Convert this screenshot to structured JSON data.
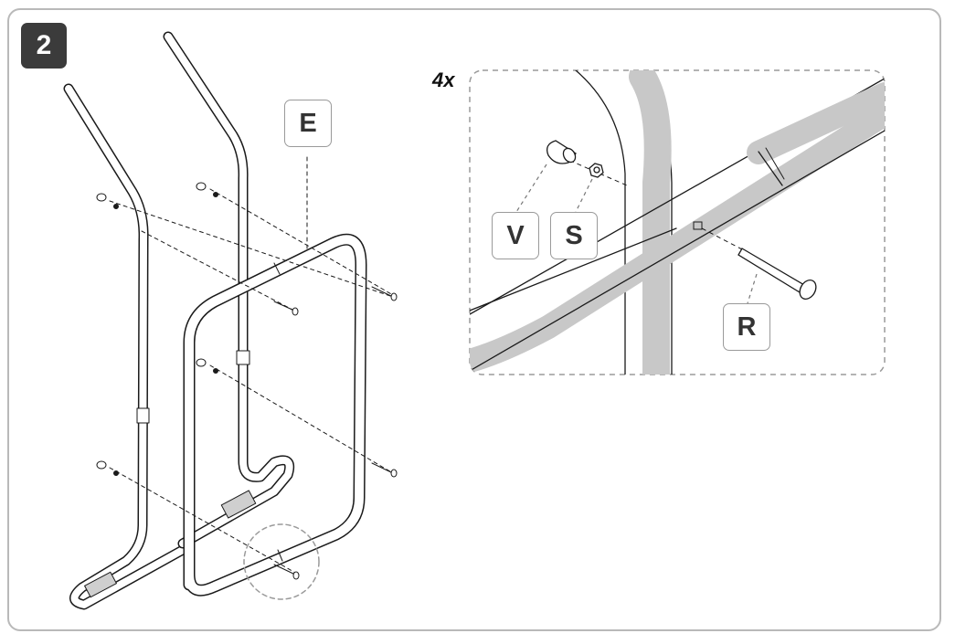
{
  "step": {
    "number": "2"
  },
  "detail": {
    "quantity": "4x"
  },
  "parts": {
    "E": {
      "label": "E"
    },
    "V": {
      "label": "V"
    },
    "S": {
      "label": "S"
    },
    "R": {
      "label": "R"
    }
  },
  "colors": {
    "frame_border": "#b9b9b9",
    "badge_bg": "#3b3b3b",
    "shade": "#c8c8c8",
    "line": "#1a1a1a"
  }
}
